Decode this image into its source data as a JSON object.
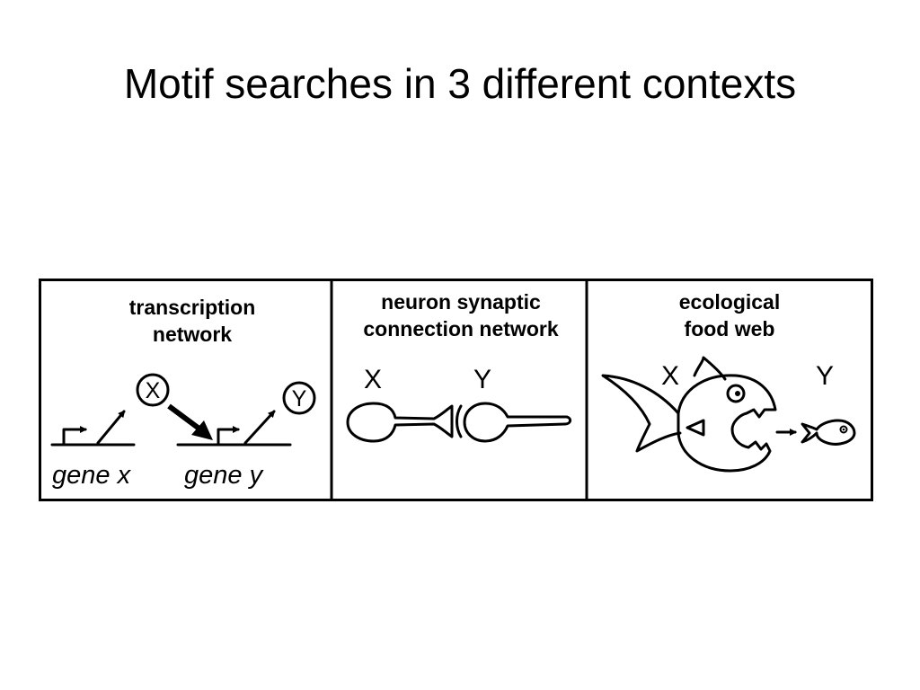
{
  "slide": {
    "title": "Motif searches in 3 different contexts"
  },
  "panels": [
    {
      "title_lines": [
        "transcription",
        "network"
      ],
      "node_x": "X",
      "node_y": "Y",
      "gene_x_label": "gene x",
      "gene_y_label": "gene y"
    },
    {
      "title_lines": [
        "neuron synaptic",
        "connection network"
      ],
      "node_x": "X",
      "node_y": "Y"
    },
    {
      "title_lines": [
        "ecological",
        "food web"
      ],
      "node_x": "X",
      "node_y": "Y"
    }
  ],
  "colors": {
    "background": "#ffffff",
    "ink": "#000000"
  }
}
